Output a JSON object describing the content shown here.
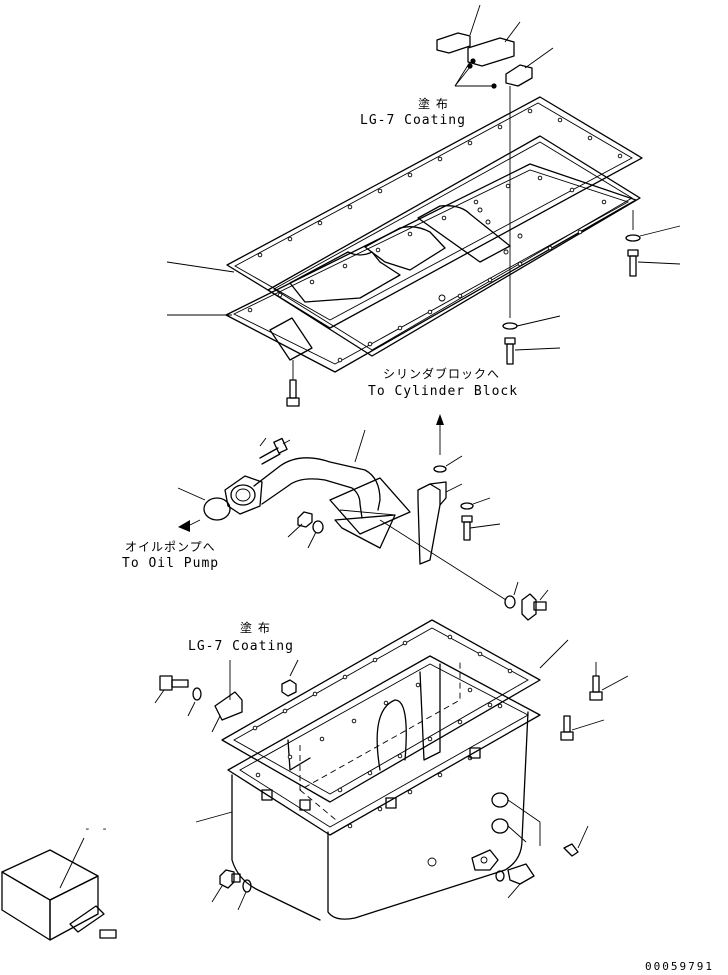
{
  "labels": {
    "coating_top_jp": "塗 布",
    "coating_top_en": "LG-7 Coating",
    "cyl_jp": "シリンダブロックへ",
    "cyl_en": "To Cylinder Block",
    "pump_jp": "オイルポンプへ",
    "pump_en": "To Oil Pump",
    "coating_mid_jp": "塗 布",
    "coating_mid_en": "LG-7 Coating",
    "drawing_code": "00059791"
  }
}
